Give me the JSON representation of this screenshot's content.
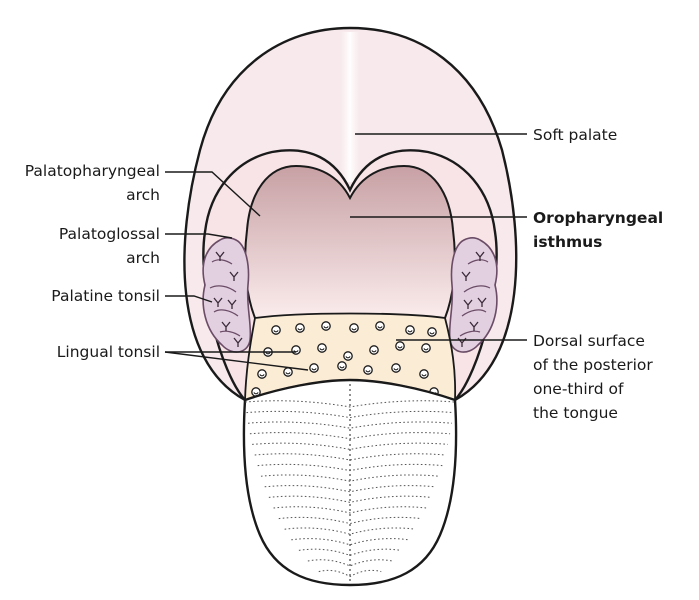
{
  "labels": {
    "soft_palate": "Soft palate",
    "palatopharyngeal_line1": "Palatopharyngeal",
    "palatopharyngeal_line2": "arch",
    "palatoglossal_line1": "Palatoglossal",
    "palatoglossal_line2": "arch",
    "palatine_tonsil": "Palatine tonsil",
    "lingual_tonsil": "Lingual tonsil",
    "oropharyngeal_line1": "Oropharyngeal",
    "oropharyngeal_line2": "isthmus",
    "dorsal_line1": "Dorsal surface",
    "dorsal_line2": "of the posterior",
    "dorsal_line3": "one-third of",
    "dorsal_line4": "the tongue"
  },
  "colors": {
    "palate_fill": "#f7e9ec",
    "palate_stripe": "#fdf6f6",
    "isthmus_top": "#c7a0a4",
    "isthmus_bottom": "#fbecec",
    "arch_fill": "#f8e4e6",
    "tonsil_fill": "#e2cfe0",
    "posterior_tongue": "#fbecd6",
    "outline": "#1a1a1a"
  }
}
